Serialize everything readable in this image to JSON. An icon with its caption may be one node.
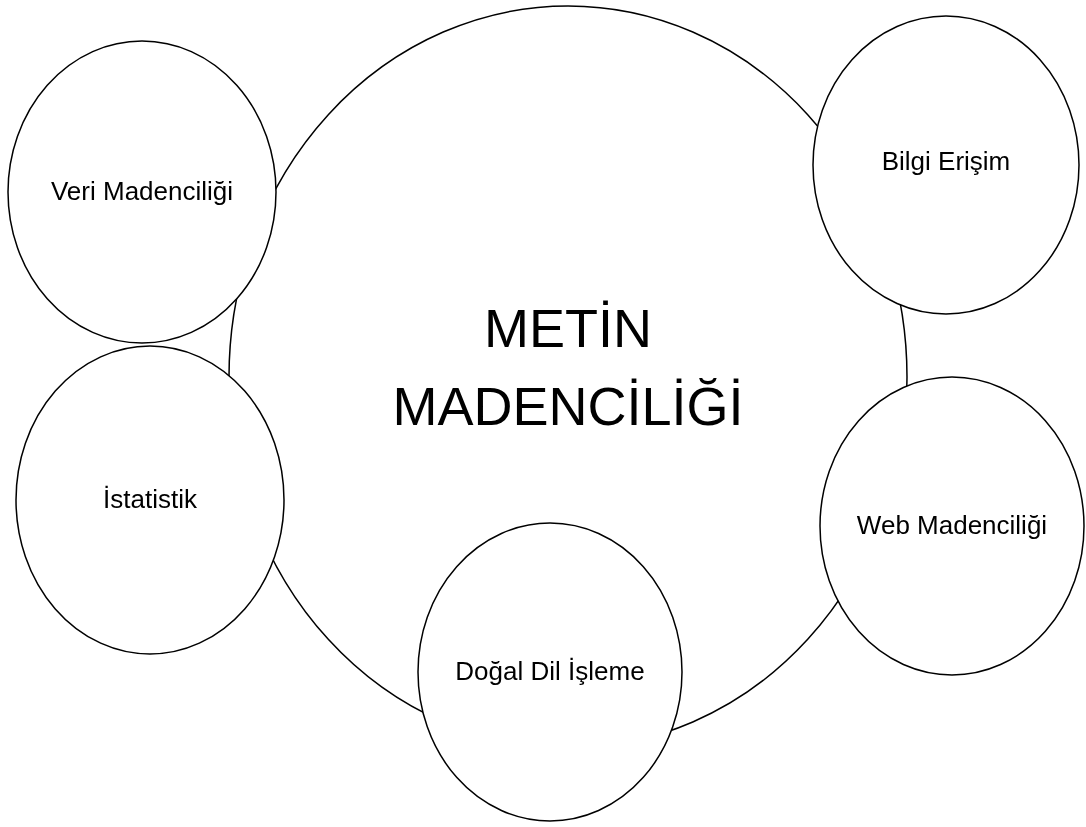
{
  "diagram": {
    "nodes": [
      {
        "text": [
          "METİN MADENCİLİĞİ"
        ]
      },
      {
        "text": [
          "Veri Madenciliği"
        ]
      },
      {
        "text": [
          "Bilgi Erişim"
        ]
      },
      {
        "text": [
          "İstatistik"
        ]
      },
      {
        "text": [
          "Web Madenciliği"
        ]
      },
      {
        "text": [
          "Doğal Dil İşleme"
        ]
      }
    ]
  }
}
